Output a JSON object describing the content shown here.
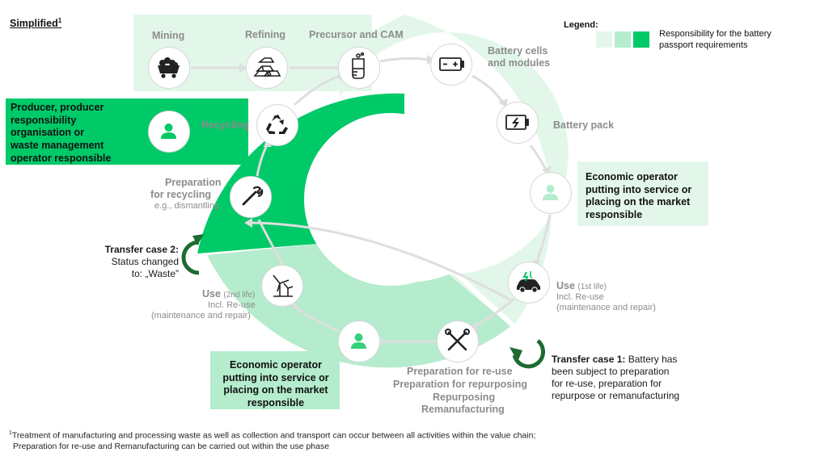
{
  "title": "Simplified",
  "title_sup": "1",
  "legend": {
    "label": "Legend:",
    "description": "Responsibility for the battery passport requirements",
    "colors": [
      "#e2f7ea",
      "#b4eccd",
      "#00c968"
    ]
  },
  "colors": {
    "light": "#e2f7ea",
    "mid": "#b4eccd",
    "strong": "#00c968",
    "arrow": "#dedede",
    "transfer": "#1e6b32"
  },
  "stages": {
    "mining": "Mining",
    "refining": "Refining",
    "precursor": "Precursor and CAM",
    "cells_line1": "Battery cells",
    "cells_line2": "and modules",
    "pack": "Battery pack",
    "use1_title": "Use",
    "use1_sup": "1st life",
    "use1_sub1": "Incl. Re-use",
    "use1_sub2": "(maintenance and repair)",
    "prep_reuse": [
      "Preparation for re-use",
      "Preparation for repurposing",
      "Repurposing",
      "Remanufacturing"
    ],
    "use2_title": "Use",
    "use2_sup": "2nd life",
    "use2_sub1": "Incl. Re-use",
    "use2_sub2": "(maintenance and repair)",
    "prep_recycling1": "Preparation",
    "prep_recycling2": "for recycling",
    "prep_recycling_sub": "e.g., dismantling",
    "recycling": "Recycling"
  },
  "responsibility": {
    "producer": [
      "Producer, producer",
      "responsibility",
      "organisation or",
      "waste management",
      "operator responsible"
    ],
    "economic_top": [
      "Economic operator",
      "putting into service or",
      "placing on the market",
      "responsible"
    ],
    "economic_bottom": [
      "Economic operator",
      "putting into service or",
      "placing on the market",
      "responsible"
    ]
  },
  "transfer1": {
    "label": "Transfer case 1:",
    "text": [
      "Battery has",
      "been subject to preparation",
      "for re-use, preparation for",
      "repurpose or remanufacturing"
    ]
  },
  "transfer2": {
    "label": "Transfer case 2:",
    "text": [
      "Status changed",
      "to: „Waste”"
    ]
  },
  "footnote": [
    "Treatment of manufacturing and processing waste as well as collection and transport can occur between all activities within the value chain;",
    "Preparation for re-use and Remanufacturing can be carried out within the use phase"
  ],
  "icons": {
    "mining": "mine-cart-icon",
    "refining": "ingots-icon",
    "precursor": "beaker-icon",
    "cells": "battery-cell-icon",
    "pack": "battery-pack-icon",
    "operator_top": "person-icon",
    "use1": "electric-car-icon",
    "repair": "tools-icon",
    "operator_bottom": "person-icon",
    "use2": "wind-turbine-icon",
    "prep_recycling": "wrench-icon",
    "recycling": "recycle-icon",
    "producer": "person-icon"
  }
}
